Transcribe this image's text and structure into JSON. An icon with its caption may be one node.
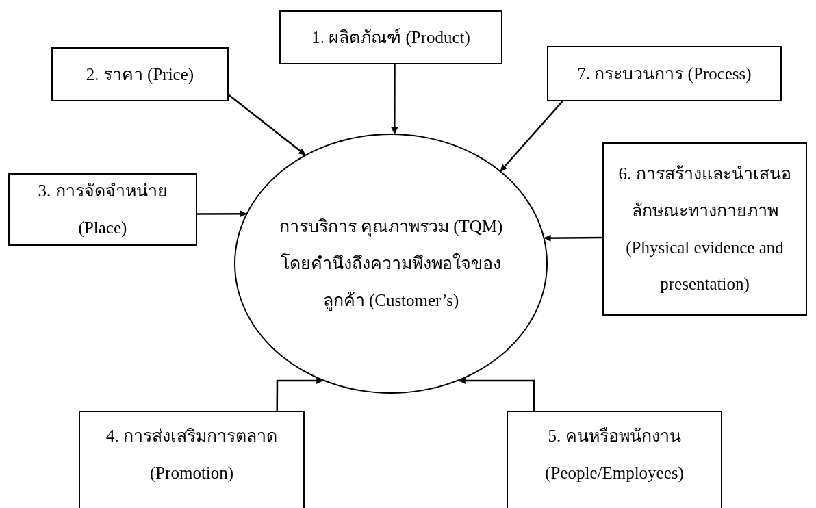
{
  "diagram": {
    "nodes": [
      {
        "text": [
          "1. ผลิตภัณฑ์ (Product)"
        ]
      },
      {
        "text": [
          "2. ราคา (Price)"
        ]
      },
      {
        "text": [
          "7. กระบวนการ (Process)"
        ]
      },
      {
        "text": [
          "3. การจัดจำหน่าย (Place)"
        ]
      },
      {
        "text": [
          "การบริการ คุณภาพรวม (TQM) โดยคำนึงถึงความพึงพอใจของลูกค้า (Customer’s)"
        ]
      },
      {
        "text": [
          "6. การสร้างและนำเสนอลักษณะทางกายภาพ (Physical evidence and presentation)"
        ]
      },
      {
        "text": [
          "4. การส่งเสริมการตลาด (Promotion)"
        ]
      },
      {
        "text": [
          "5. คนหรือพนักงาน (People/Employees)"
        ]
      }
    ],
    "edges": [
      {
        "from": 0,
        "to": 4,
        "arrow": "to"
      },
      {
        "from": 1,
        "to": 4,
        "arrow": "to"
      },
      {
        "from": 2,
        "to": 4,
        "arrow": "to"
      },
      {
        "from": 3,
        "to": 4,
        "arrow": "to"
      },
      {
        "from": 5,
        "to": 4,
        "arrow": "to"
      },
      {
        "from": 6,
        "to": 4,
        "arrow": "to"
      },
      {
        "from": 7,
        "to": 4,
        "arrow": "to"
      }
    ]
  }
}
